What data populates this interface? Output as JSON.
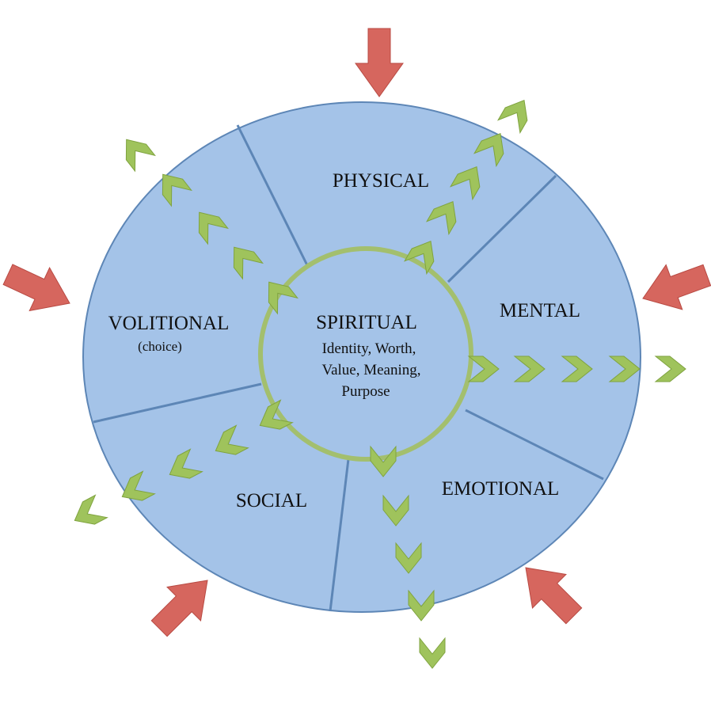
{
  "colors": {
    "domain_fill": "#a4c3e8",
    "domain_stroke": "#5d86b6",
    "core_ring": "#a3bf6e",
    "growth_chevron": "#9fc35c",
    "pressure_arrow": "#d6665e"
  },
  "domains": {
    "physical": "PHYSICAL",
    "mental": "MENTAL",
    "emotional": "EMOTIONAL",
    "social": "SOCIAL",
    "volitional": "VOLITIONAL",
    "volitional_note": "(choice)"
  },
  "core": {
    "title": "SPIRITUAL",
    "lines": [
      "Identity, Worth,",
      "Value, Meaning,",
      "Purpose"
    ]
  },
  "icons": {
    "growth": "chevron-icon",
    "pressure": "arrow-icon"
  }
}
